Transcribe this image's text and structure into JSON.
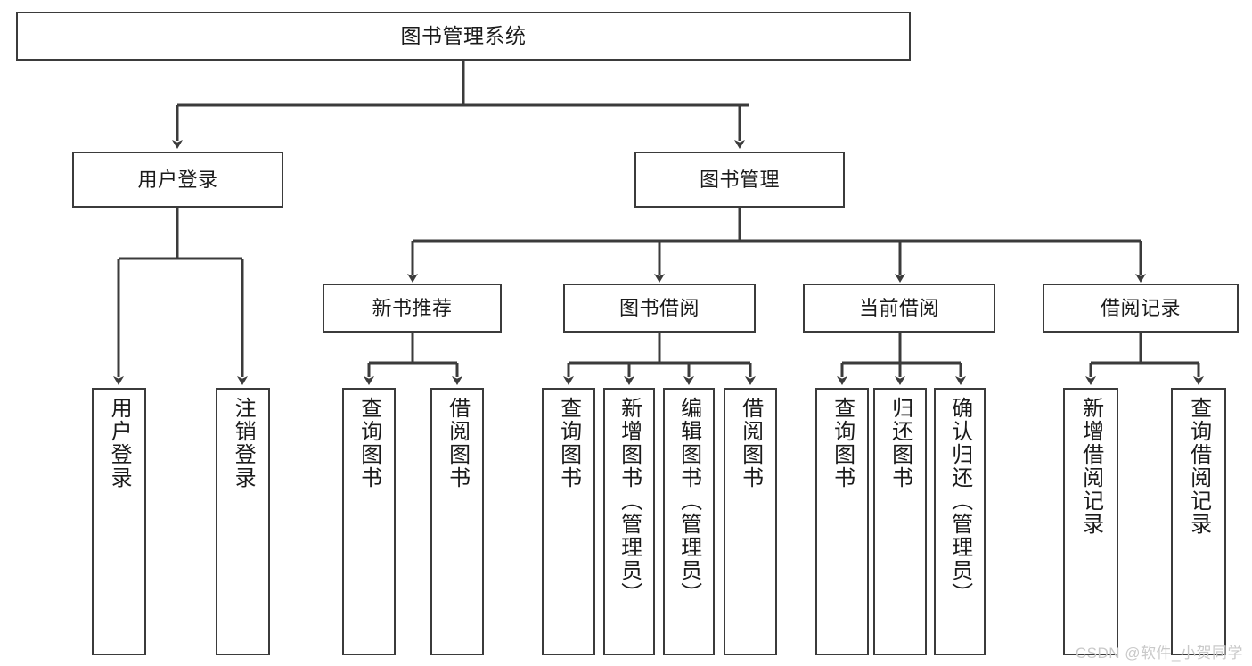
{
  "diagram": {
    "type": "tree-hierarchy-chart",
    "title_node": "图书管理系统",
    "watermark": "CSDN @软件_小贺同学",
    "colors": {
      "background": "#ffffff",
      "box_border": "#3b3b3b",
      "box_fill": "#ffffff",
      "connector": "#3b3b3b",
      "text": "#1b1b1b",
      "watermark": "#c9c9c9"
    },
    "nodes": {
      "root": {
        "label": "图书管理系统"
      },
      "level2": [
        {
          "id": "user-login",
          "label": "用户登录"
        },
        {
          "id": "book-manage",
          "label": "图书管理"
        }
      ],
      "level3": [
        {
          "id": "new-book-recommend",
          "label": "新书推荐"
        },
        {
          "id": "book-borrow",
          "label": "图书借阅"
        },
        {
          "id": "current-borrow",
          "label": "当前借阅"
        },
        {
          "id": "borrow-record",
          "label": "借阅记录"
        }
      ],
      "leaves": {
        "user_login": [
          {
            "id": "leaf-user-login",
            "label": "用户登录"
          },
          {
            "id": "leaf-logout-login",
            "label": "注销登录"
          }
        ],
        "new_book_recommend": [
          {
            "id": "leaf-query-book-1",
            "label": "查询图书"
          },
          {
            "id": "leaf-borrow-book-1",
            "label": "借阅图书"
          }
        ],
        "book_borrow": [
          {
            "id": "leaf-query-book-2",
            "label": "查询图书"
          },
          {
            "id": "leaf-add-book",
            "label": "新增图书（管理员）"
          },
          {
            "id": "leaf-edit-book",
            "label": "编辑图书（管理员）"
          },
          {
            "id": "leaf-borrow-book-2",
            "label": "借阅图书"
          }
        ],
        "current_borrow": [
          {
            "id": "leaf-query-book-3",
            "label": "查询图书"
          },
          {
            "id": "leaf-return-book",
            "label": "归还图书"
          },
          {
            "id": "leaf-confirm-return",
            "label": "确认归还（管理员）"
          }
        ],
        "borrow_record": [
          {
            "id": "leaf-add-borrow-record",
            "label": "新增借阅记录"
          },
          {
            "id": "leaf-query-borrow-record",
            "label": "查询借阅记录"
          }
        ]
      }
    }
  }
}
